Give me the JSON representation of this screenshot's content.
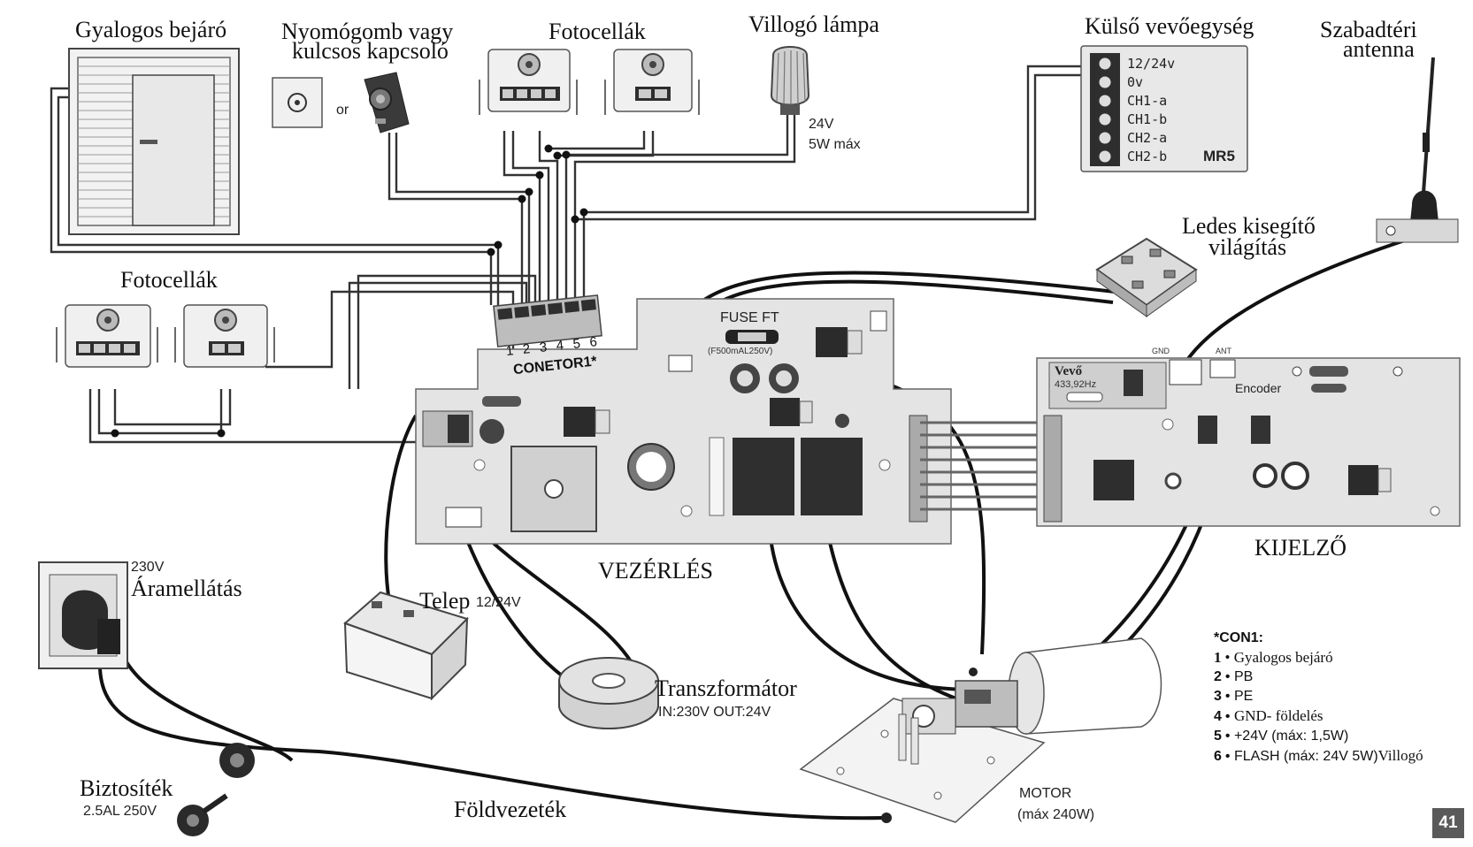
{
  "labels": {
    "pedestrian_gate": "Gyalogos bejáró",
    "pushbutton_line1": "Nyomógomb vagy",
    "pushbutton_line2": "kulcsos kapcsoló",
    "or_text": "or",
    "photocells_top": "Fotocellák",
    "flashing_lamp": "Villogó lámpa",
    "lamp_spec_1": "24V",
    "lamp_spec_2": "5W máx",
    "external_receiver": "Külső vevőegység",
    "outdoor_antenna_1": "Szabadtéri",
    "outdoor_antenna_2": "antenna",
    "led_light_1": "Ledes kisegítő",
    "led_light_2": "világítás",
    "photocells_left": "Fotocellák",
    "connector": "CONETOR1*",
    "connector_numbers": [
      "1",
      "2",
      "3",
      "4",
      "5",
      "6"
    ],
    "fuse": "FUSE FT",
    "fuse_spec": "(F500mAL250V)",
    "control_board": "VEZÉRLÉS",
    "display_board": "KIJELZŐ",
    "receiver": "Vevő",
    "receiver_freq": "433,92Hz",
    "gnd": "GND",
    "ant": "ANT",
    "encoder": "Encoder",
    "power_voltage": "230V",
    "power_supply": "Áramellátás",
    "battery": "Telep",
    "battery_spec": "12/24V",
    "transformer": "Transzformátor",
    "transformer_spec": "IN:230V OUT:24V",
    "fuse_outer": "Biztosíték",
    "fuse_outer_spec": "2.5AL 250V",
    "ground_wire": "Földvezeték",
    "motor": "MOTOR",
    "motor_spec": "(máx 240W)"
  },
  "receiver_module": {
    "name": "MR5",
    "terminals": [
      "12/24v",
      "0v",
      "CH1-a",
      "CH1-b",
      "CH2-a",
      "CH2-b"
    ]
  },
  "con1_legend": {
    "title": "*CON1:",
    "items": [
      {
        "n": "1",
        "text": "Gyalogos bejáró"
      },
      {
        "n": "2",
        "text": "PB"
      },
      {
        "n": "3",
        "text": "PE"
      },
      {
        "n": "4",
        "text": "GND- földelés"
      },
      {
        "n": "5",
        "text": "+24V (máx: 1,5W)"
      },
      {
        "n": "6",
        "text": "FLASH (máx: 24V 5W)",
        "suffix": "Villogó"
      }
    ]
  },
  "page_number": "41"
}
